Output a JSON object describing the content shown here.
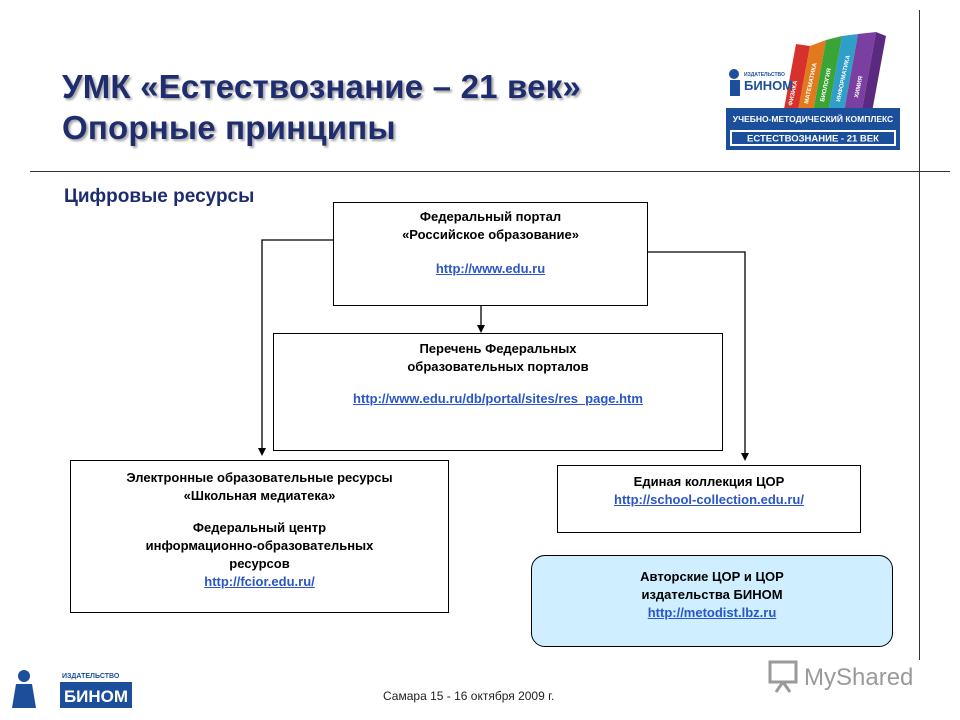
{
  "title": {
    "line1": "УМК «Естествознание – 21 век»",
    "line2": "Опорные принципы"
  },
  "subtitle": "Цифровые ресурсы",
  "logo": {
    "publisher": "БИНОМ",
    "publisher_prefix": "ИЗДАТЕЛЬСТВО",
    "book_subjects": [
      "ФИЗИКА",
      "МАТЕМАТИКА",
      "БИОЛОГИЯ",
      "ИНФОРМАТИКА",
      "ХИМИЯ"
    ],
    "complex_label": "УЧЕБНО-МЕТОДИЧЕСКИЙ КОМПЛЕКС",
    "complex_name": "ЕСТЕСТВОЗНАНИЕ - 21 ВЕК"
  },
  "boxes": {
    "federal_portal": {
      "line1": "Федеральный портал",
      "line2": "«Российское образование»",
      "url": "http://www.edu.ru"
    },
    "portal_list": {
      "line1": "Перечень Федеральных",
      "line2": "образовательных порталов",
      "url": "http://www.edu.ru/db/portal/sites/res_page.htm"
    },
    "school_media": {
      "line1": "Электронные образовательные ресурсы",
      "line2": "«Школьная медиатека»",
      "line3": "Федеральный центр",
      "line4": "информационно-образовательных",
      "line5": "ресурсов",
      "url": "http://fcior.edu.ru/"
    },
    "unified_collection": {
      "line1": "Единая коллекция ЦОР",
      "url": "http://school-collection.edu.ru/"
    },
    "author_cor": {
      "line1": "Авторские ЦОР и ЦОР",
      "line2": "издательства БИНОМ",
      "url": "http://metodist.lbz.ru"
    }
  },
  "footer": {
    "text": "Самара 15 - 16 октября 2009 г.",
    "publisher_prefix": "ИЗДАТЕЛЬСТВО",
    "publisher": "БИНОМ",
    "watermark": "MyShared"
  },
  "colors": {
    "title": "#1f2d6e",
    "link": "#2a56c6",
    "highlight_box": "#cfeeff",
    "logo_blue": "#1b4f9c"
  }
}
